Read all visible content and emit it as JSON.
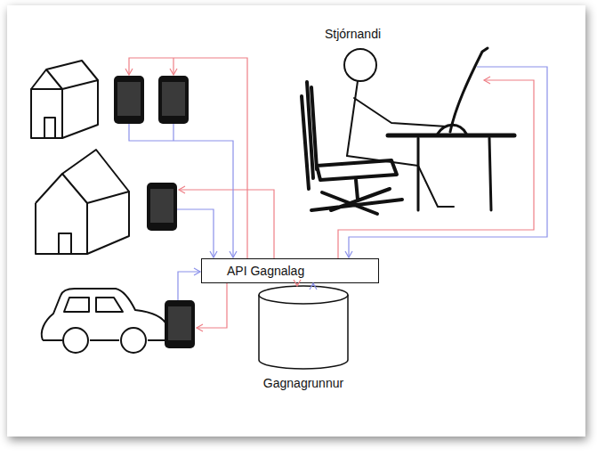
{
  "diagram": {
    "nodes": [
      {
        "text": [
          "API Gagnalag"
        ]
      },
      {
        "text": [
          "Gagnagrunnur"
        ]
      }
    ],
    "edges": [
      {
        "from": 0,
        "to": 1,
        "arrow": "to"
      },
      {
        "from": 1,
        "to": 0,
        "arrow": "to"
      }
    ],
    "labels": [
      "Stjórnandi"
    ]
  }
}
